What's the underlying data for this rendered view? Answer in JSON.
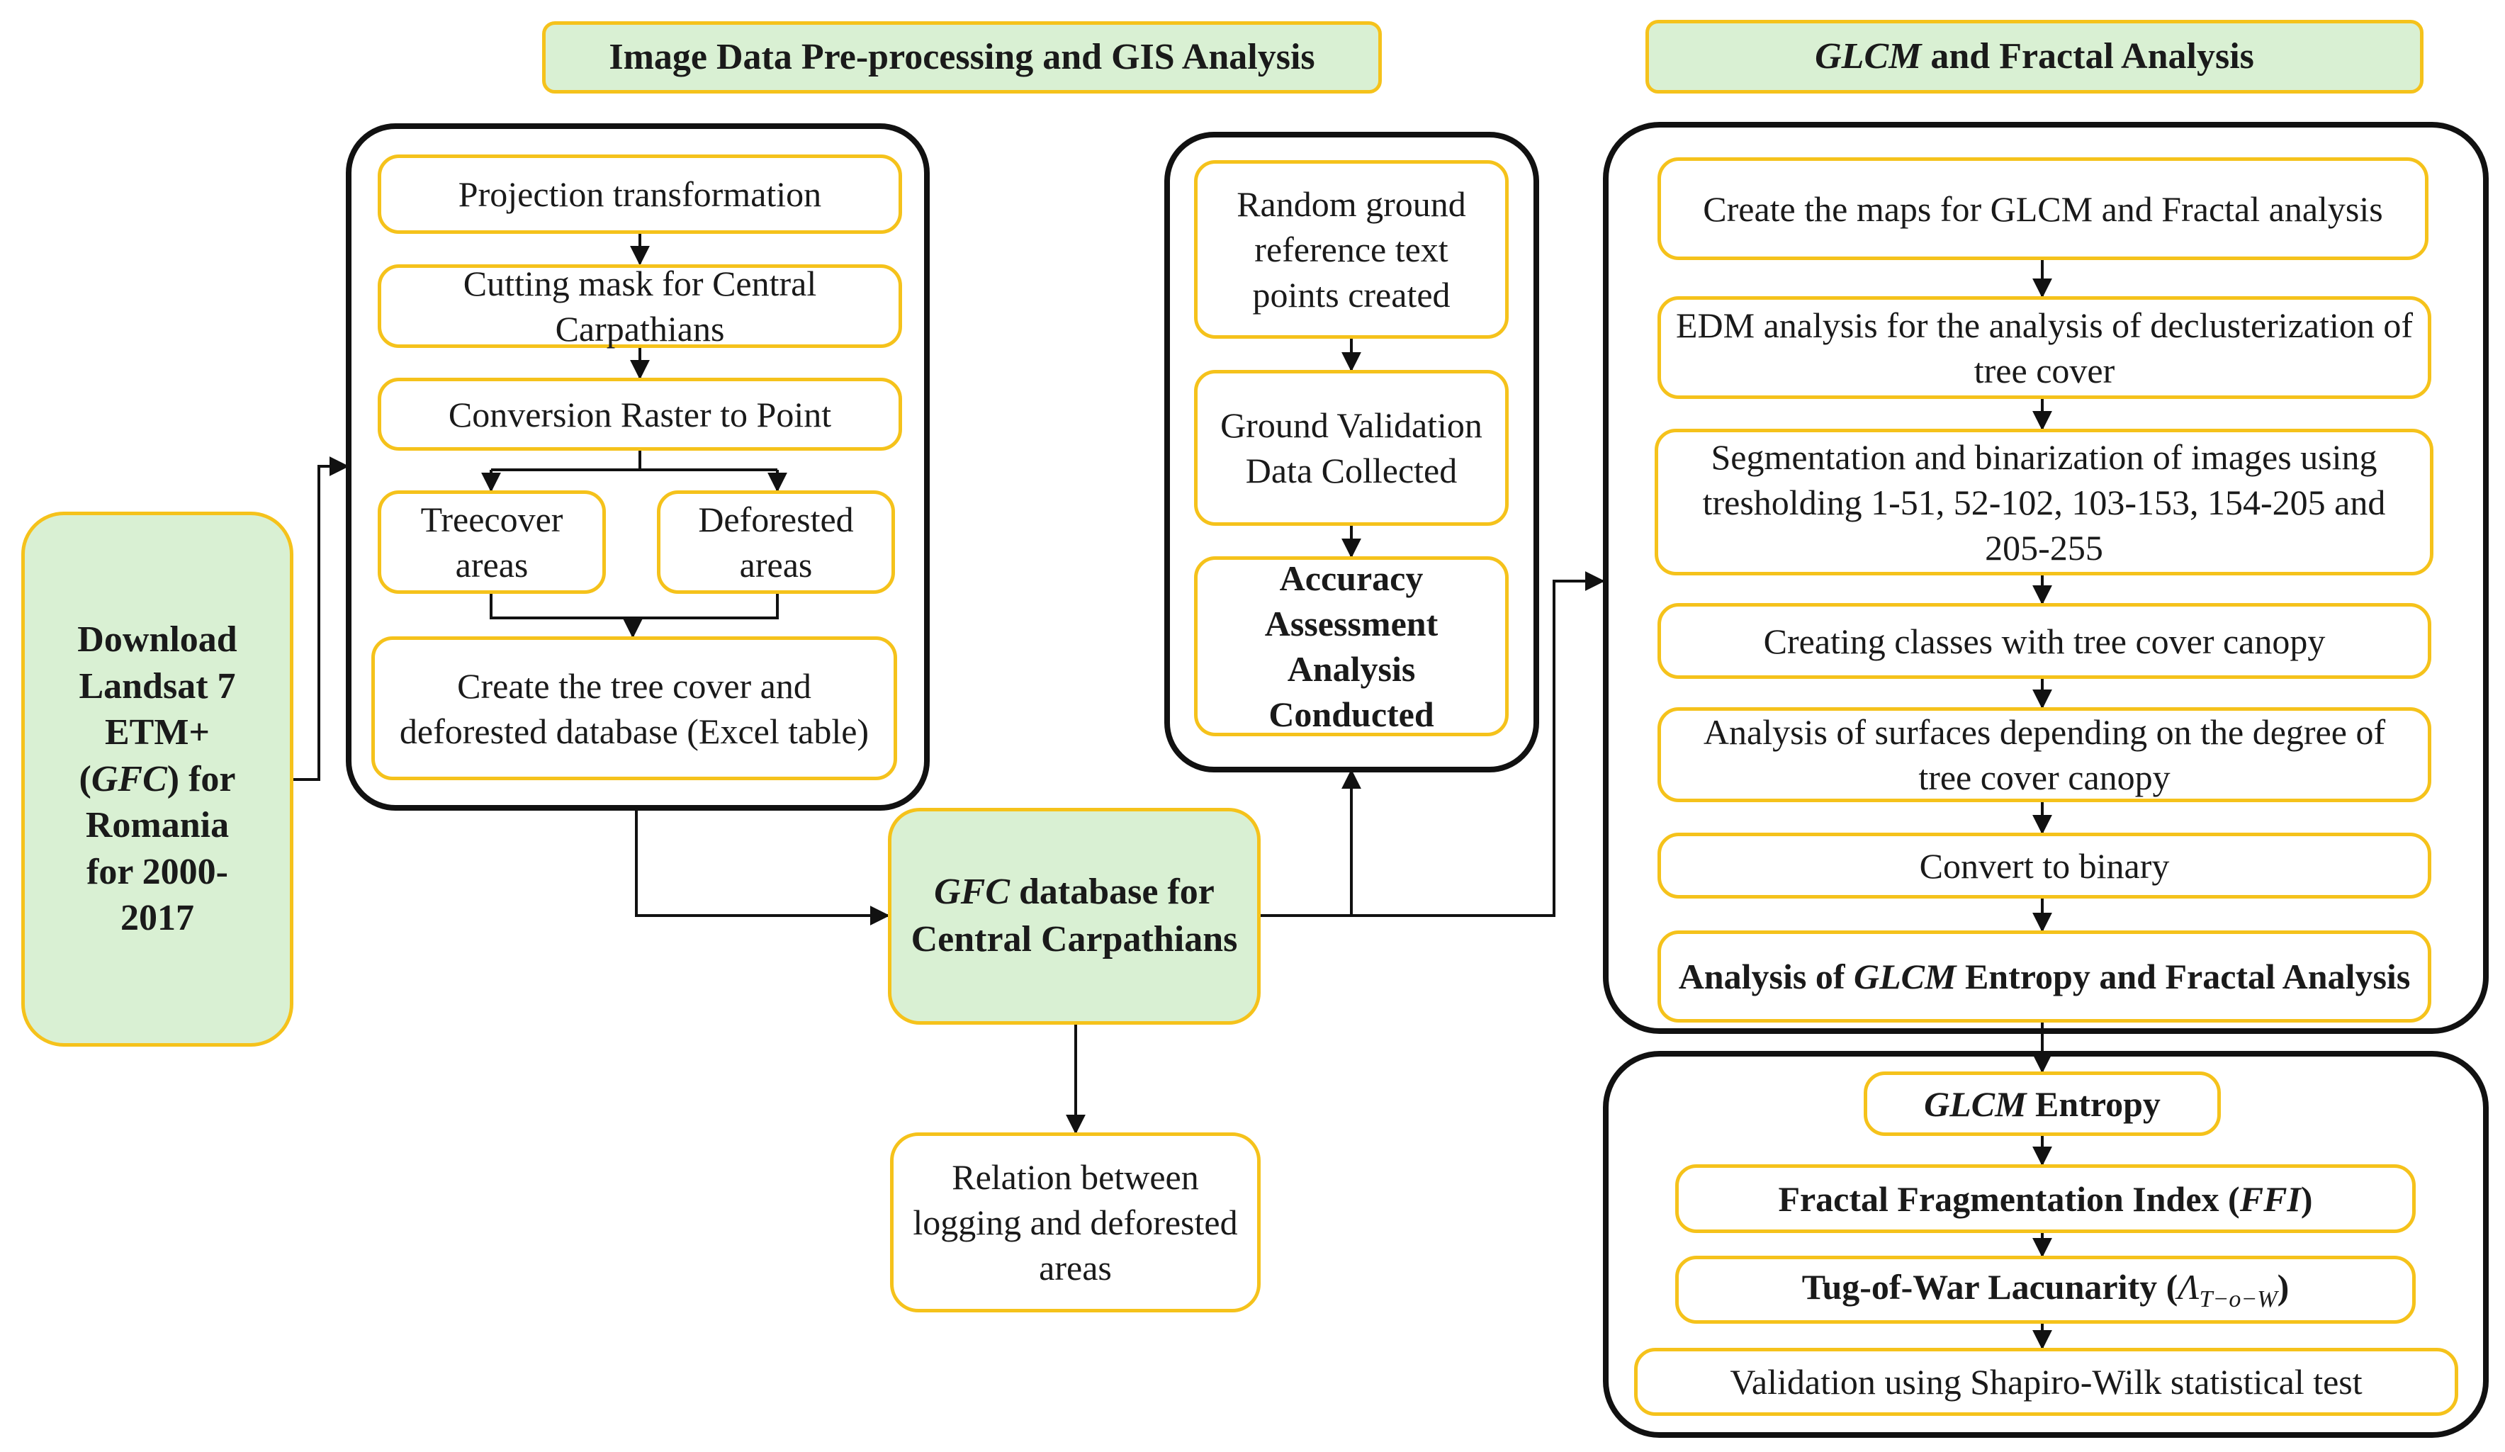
{
  "headers": {
    "preprocessing": "Image Data Pre-processing and GIS Analysis",
    "glcm_prefix": "GLCM",
    "glcm_rest": " and Fractal Analysis"
  },
  "download": {
    "line1": "Download",
    "line2": "Landsat 7",
    "line3": "ETM+",
    "line4_pre": "(",
    "line4_italic": "GFC",
    "line4_post": ") for",
    "line5": "Romania",
    "line6": "for 2000-",
    "line7": "2017"
  },
  "preprocessing_steps": {
    "projection": "Projection transformation",
    "cutting_mask": "Cutting mask for Central Carpathians",
    "conversion": "Conversion Raster to Point",
    "treecover": "Treecover areas",
    "deforested": "Deforested areas",
    "database": "Create the tree cover and deforested database (Excel table)"
  },
  "gfc_database": {
    "italic": "GFC",
    "rest": " database for Central Carpathians"
  },
  "relation": "Relation between logging and deforested areas",
  "validation_steps": {
    "random_points": "Random ground reference text points created",
    "ground_validation": "Ground Validation Data Collected",
    "accuracy": "Accuracy Assessment Analysis Conducted"
  },
  "glcm_steps": {
    "create_maps": "Create the maps for GLCM and Fractal analysis",
    "edm": "EDM analysis for the analysis of declusterization of tree cover",
    "segmentation": "Segmentation and binarization of images using tresholding 1-51, 52-102, 103-153, 154-205 and 205-255",
    "classes": "Creating classes with tree cover canopy",
    "surfaces": "Analysis of surfaces depending on the degree of tree cover canopy",
    "binary": "Convert to binary",
    "analysis_pre": "Analysis of ",
    "analysis_italic": "GLCM",
    "analysis_post": " Entropy and Fractal Analysis"
  },
  "results": {
    "entropy_italic": "GLCM",
    "entropy_rest": " Entropy",
    "ffi_pre": "Fractal Fragmentation Index (",
    "ffi_italic": "FFI",
    "ffi_post": ")",
    "lacunarity_pre": "Tug-of-War Lacunarity (",
    "lacunarity_symbol": "Λ",
    "lacunarity_sub": "T−o−W",
    "lacunarity_post": ")",
    "shapiro": "Validation using Shapiro-Wilk statistical test"
  },
  "colors": {
    "box_border": "#f5c21b",
    "green_fill": "#d9f0d3",
    "group_border": "#111111",
    "arrow": "#111111"
  }
}
